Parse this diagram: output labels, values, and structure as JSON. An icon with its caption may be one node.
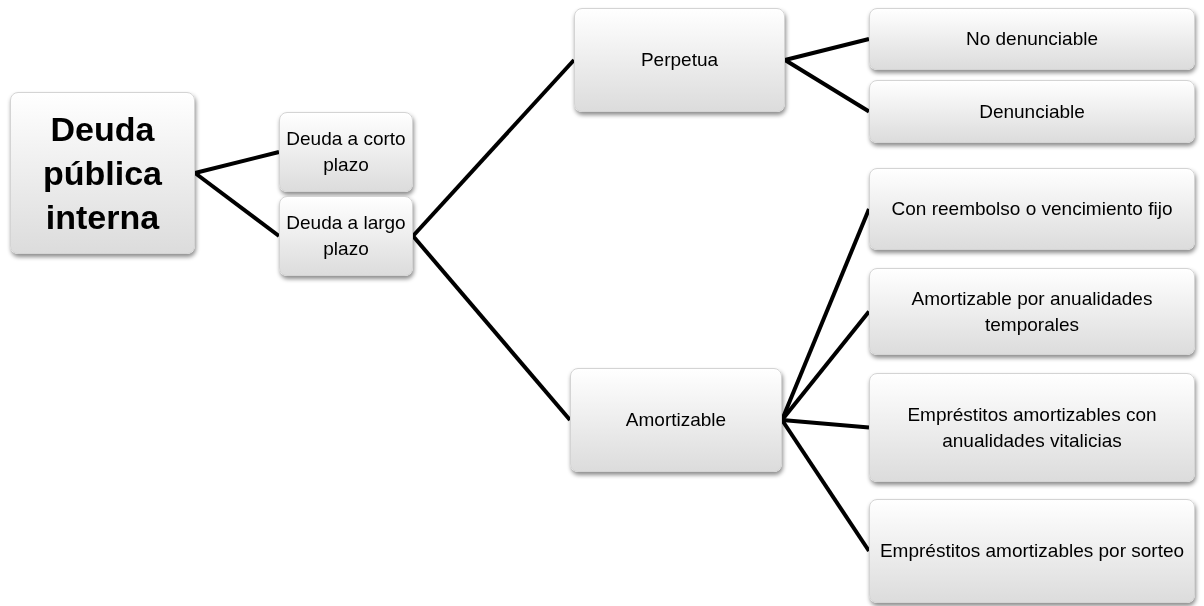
{
  "diagram": {
    "nodes": [
      {
        "text": [
          "Deuda pública interna"
        ]
      },
      {
        "text": [
          "Deuda a corto plazo"
        ]
      },
      {
        "text": [
          "Deuda a largo plazo"
        ]
      },
      {
        "text": [
          "Perpetua"
        ]
      },
      {
        "text": [
          "No denunciable"
        ]
      },
      {
        "text": [
          "Denunciable"
        ]
      },
      {
        "text": [
          "Amortizable"
        ]
      },
      {
        "text": [
          "Con reembolso o vencimiento fijo"
        ]
      },
      {
        "text": [
          "Amortizable por anualidades temporales"
        ]
      },
      {
        "text": [
          "Empréstitos amortizables con anualidades vitalicias"
        ]
      },
      {
        "text": [
          "Empréstitos amortizables por sorteo"
        ]
      }
    ],
    "edges": [
      {
        "from": 0,
        "to": 1,
        "arrow": "none"
      },
      {
        "from": 0,
        "to": 2,
        "arrow": "none"
      },
      {
        "from": 2,
        "to": 3,
        "arrow": "none"
      },
      {
        "from": 2,
        "to": 6,
        "arrow": "none"
      },
      {
        "from": 3,
        "to": 4,
        "arrow": "none"
      },
      {
        "from": 3,
        "to": 5,
        "arrow": "none"
      },
      {
        "from": 6,
        "to": 7,
        "arrow": "none"
      },
      {
        "from": 6,
        "to": 8,
        "arrow": "none"
      },
      {
        "from": 6,
        "to": 9,
        "arrow": "none"
      },
      {
        "from": 6,
        "to": 10,
        "arrow": "none"
      }
    ]
  }
}
